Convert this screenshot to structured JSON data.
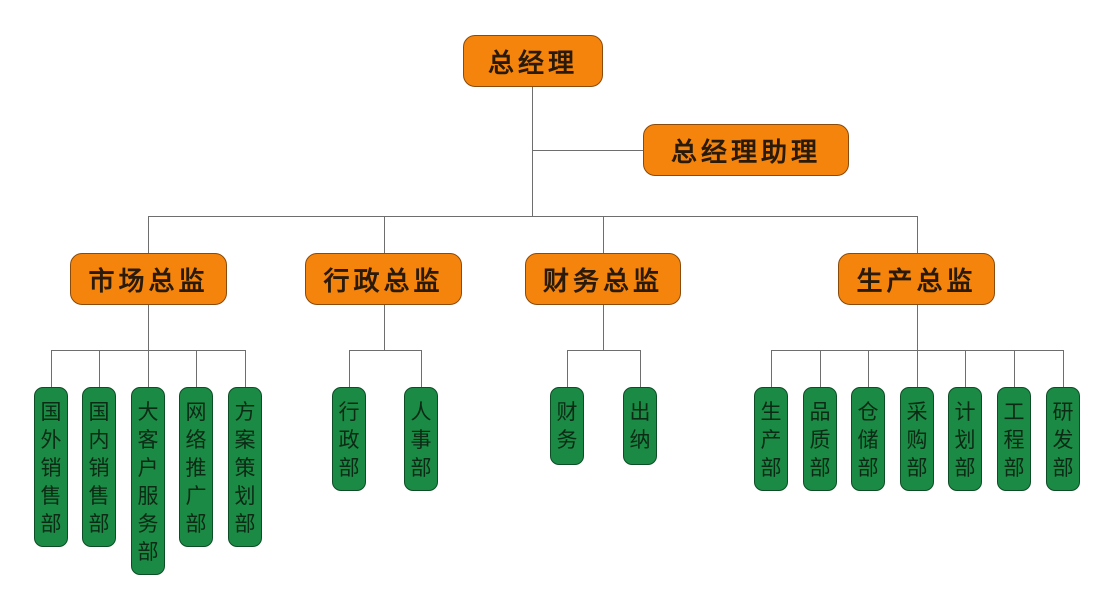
{
  "chart_data": {
    "type": "org-chart",
    "root": {
      "label": "总经理",
      "assistant": "总经理助理",
      "directors": [
        {
          "label": "市场总监",
          "departments": [
            "国外销售部",
            "国内销售部",
            "大客户服务部",
            "网络推广部",
            "方案策划部"
          ]
        },
        {
          "label": "行政总监",
          "departments": [
            "行政部",
            "人事部"
          ]
        },
        {
          "label": "财务总监",
          "departments": [
            "财务",
            "出纳"
          ]
        },
        {
          "label": "生产总监",
          "departments": [
            "生产部",
            "品质部",
            "仓储部",
            "采购部",
            "计划部",
            "工程部",
            "研发部"
          ]
        }
      ]
    }
  },
  "colors": {
    "director_fill": "#f5840c",
    "department_fill": "#1a8a45",
    "connector": "#6e6e6e"
  }
}
